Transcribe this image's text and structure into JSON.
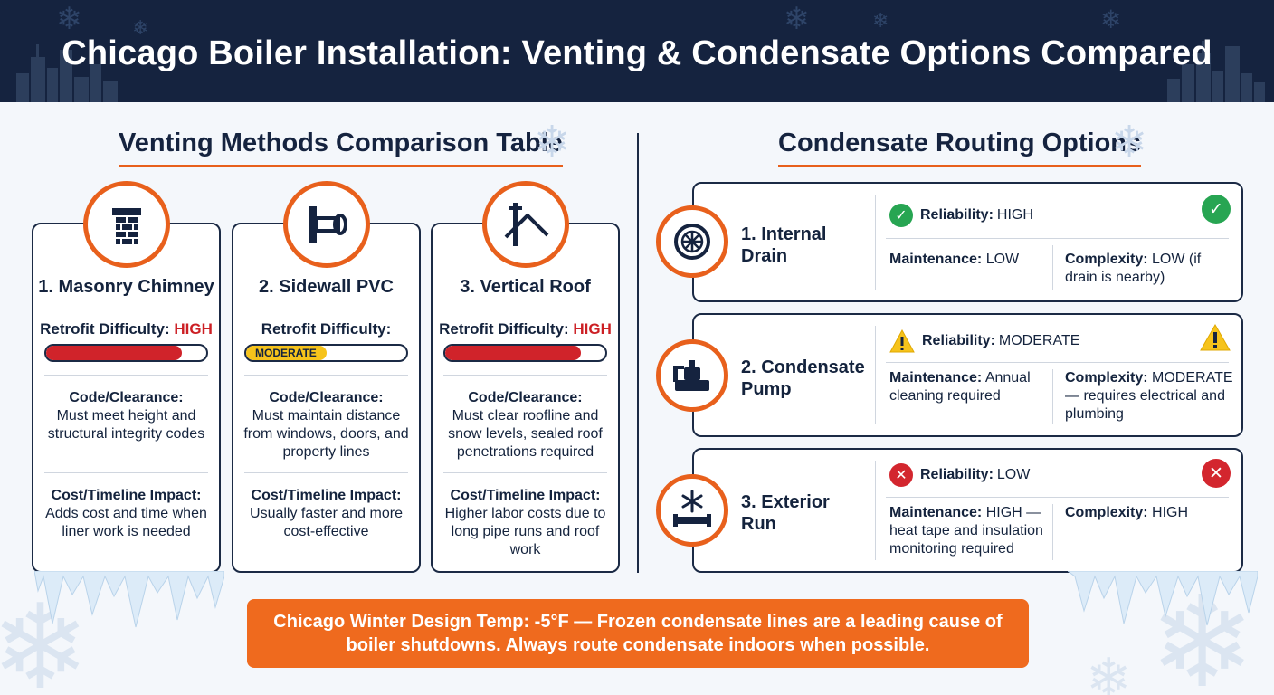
{
  "header": {
    "title": "Chicago Boiler Installation: Venting & Condensate Options Compared"
  },
  "colors": {
    "navy": "#15233f",
    "accent_orange": "#e8601c",
    "high_red": "#cc1f24",
    "moderate_yellow": "#f6c31b",
    "reliability_high_green": "#27a552",
    "reliability_moderate_yellow": "#f6c31b",
    "reliability_low_red": "#d3262e"
  },
  "venting": {
    "section_title": "Venting Methods Comparison Table",
    "difficulty_label": "Retrofit Difficulty:",
    "code_label": "Code/Clearance:",
    "cost_label": "Cost/Timeline Impact:",
    "methods": [
      {
        "icon": "brick-chimney-icon",
        "title": "1. Masonry Chimney",
        "difficulty": "HIGH",
        "difficulty_level": 0.85,
        "code": "Must meet height and structural integrity codes",
        "cost": "Adds cost and time when liner work is needed"
      },
      {
        "icon": "sidewall-pipe-icon",
        "title": "2. Sidewall PVC",
        "difficulty": "MODERATE",
        "difficulty_level": 0.5,
        "code": "Must maintain distance from windows, doors, and property lines",
        "cost": "Usually faster and more cost-effective"
      },
      {
        "icon": "roof-vent-icon",
        "title": "3. Vertical Roof",
        "difficulty": "HIGH",
        "difficulty_level": 0.85,
        "code": "Must clear roofline and snow levels, sealed roof penetrations required",
        "cost": "Higher labor costs due to long pipe runs and roof work"
      }
    ]
  },
  "condensate": {
    "section_title": "Condensate Routing Options",
    "reliability_label": "Reliability:",
    "maintenance_label": "Maintenance:",
    "complexity_label": "Complexity:",
    "options": [
      {
        "icon": "floor-drain-icon",
        "title": "1. Internal Drain",
        "reliability": "HIGH",
        "status_icon": "check-circle-icon",
        "maintenance": "LOW",
        "complexity": "LOW (if drain is nearby)"
      },
      {
        "icon": "condensate-pump-icon",
        "title": "2. Condensate Pump",
        "reliability": "MODERATE",
        "status_icon": "warning-triangle-icon",
        "maintenance": "Annual cleaning required",
        "complexity": "MODERATE — requires electrical and plumbing"
      },
      {
        "icon": "frozen-pipe-icon",
        "title": "3. Exterior Run",
        "reliability": "LOW",
        "status_icon": "x-circle-icon",
        "maintenance": "HIGH — heat tape and insulation monitoring required",
        "complexity": "HIGH"
      }
    ]
  },
  "banner": {
    "text": "Chicago Winter Design Temp: -5°F — Frozen condensate lines are a leading cause of boiler shutdowns. Always route condensate indoors when possible."
  }
}
